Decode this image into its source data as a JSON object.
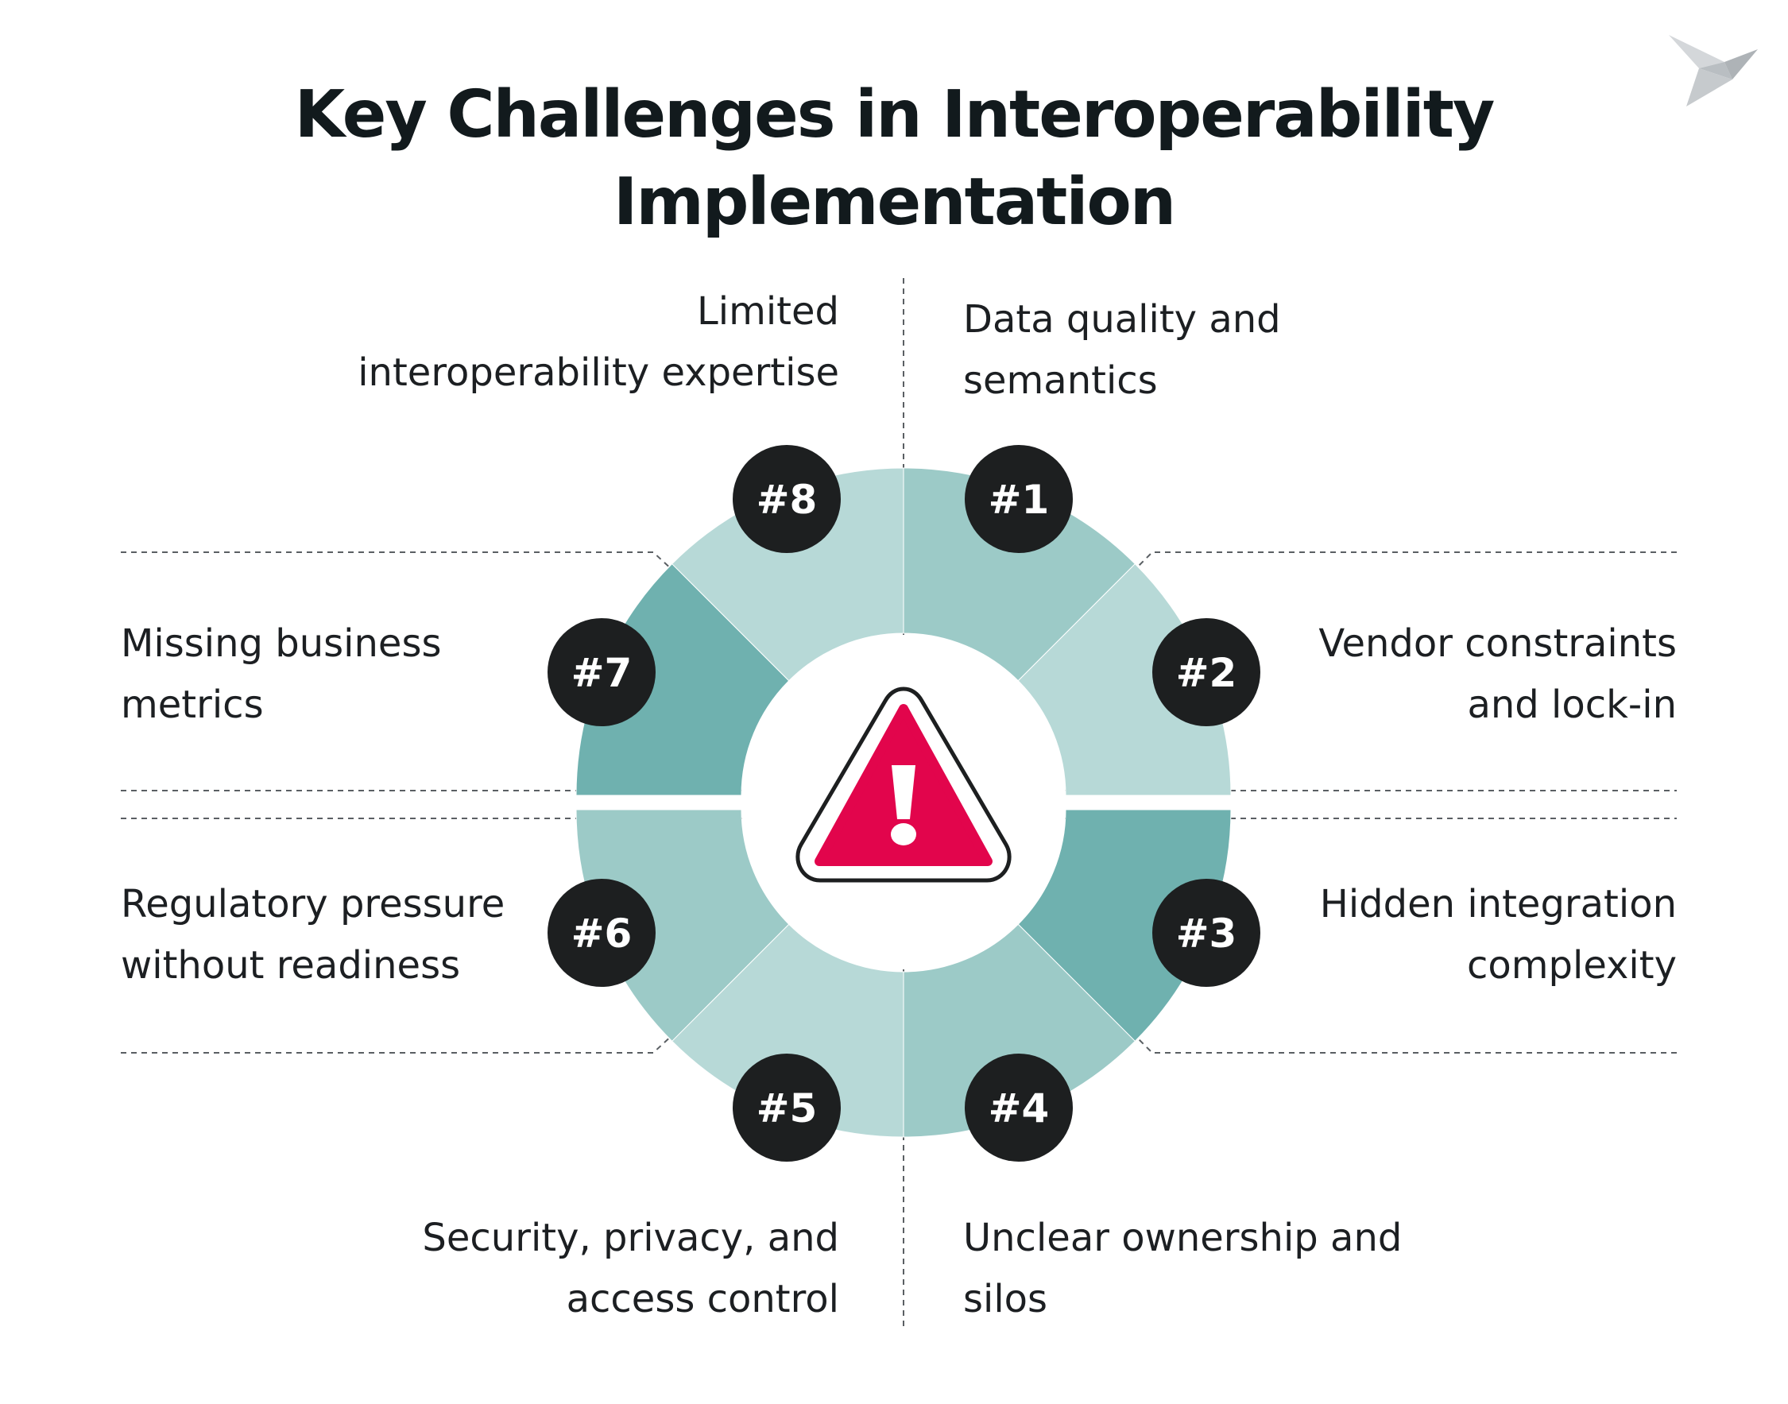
{
  "title": {
    "line1": "Key Challenges in Interoperability",
    "line2": "Implementation"
  },
  "colors": {
    "title": "#121a1d",
    "text": "#1c1f22",
    "badge": "#1d1f20",
    "segment_light": "#b7d9d7",
    "segment_mid": "#9ccac7",
    "segment_dark": "#6fb1af",
    "warning_red": "#e2054c",
    "guide_lines": "#5a5f63",
    "logo": "#c9cdd0"
  },
  "center_icon": "warning-triangle-icon",
  "logo_icon": "origami-bird-icon",
  "challenges": [
    {
      "badge": "#1",
      "lines": [
        "Data quality and",
        "semantics"
      ],
      "shade": "mid"
    },
    {
      "badge": "#2",
      "lines": [
        "Vendor constraints",
        "and lock-in"
      ],
      "shade": "light"
    },
    {
      "badge": "#3",
      "lines": [
        "Hidden integration",
        "complexity"
      ],
      "shade": "dark"
    },
    {
      "badge": "#4",
      "lines": [
        "Unclear ownership and",
        "silos"
      ],
      "shade": "mid"
    },
    {
      "badge": "#5",
      "lines": [
        "Security, privacy, and",
        "access control"
      ],
      "shade": "light"
    },
    {
      "badge": "#6",
      "lines": [
        "Regulatory pressure",
        "without readiness"
      ],
      "shade": "mid"
    },
    {
      "badge": "#7",
      "lines": [
        "Missing business",
        "metrics"
      ],
      "shade": "dark"
    },
    {
      "badge": "#8",
      "lines": [
        "Limited",
        "interoperability expertise"
      ],
      "shade": "light"
    }
  ]
}
